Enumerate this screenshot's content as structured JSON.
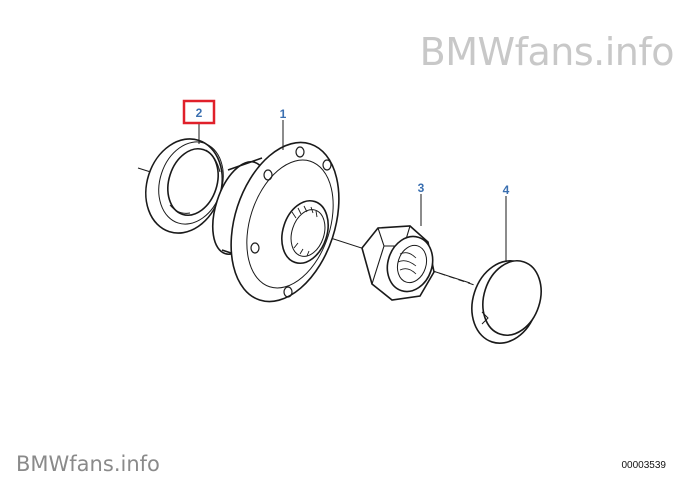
{
  "watermark": {
    "brand": "BMWfans",
    "sep": ".",
    "tld": "info"
  },
  "diagram_id": "00003539",
  "callouts": [
    {
      "label": "1",
      "part": "wheel-hub"
    },
    {
      "label": "2",
      "part": "shaft-seal",
      "highlighted": true
    },
    {
      "label": "3",
      "part": "collar-nut"
    },
    {
      "label": "4",
      "part": "dust-cap"
    }
  ],
  "colors": {
    "callout_text": "#3a6fb0",
    "highlight_box": "#e0202a",
    "line_art": "#1a1a1a",
    "watermark_top": "#c8c8c8",
    "watermark_bottom": "#8a8a8a"
  }
}
